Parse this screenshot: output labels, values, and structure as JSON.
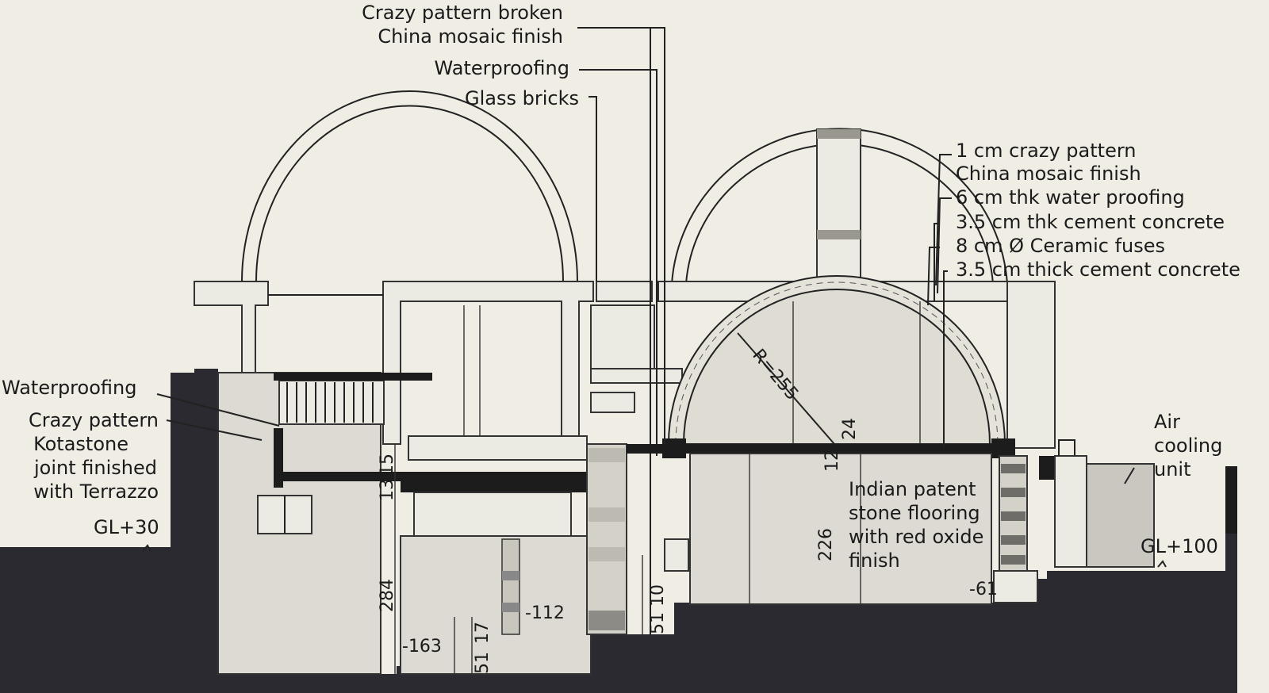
{
  "labels": {
    "crazy_broken_1": "Crazy pattern broken",
    "crazy_broken_2": "China mosaic finish",
    "waterproofing_top": "Waterproofing",
    "glass_bricks": "Glass bricks",
    "layer_1": "1 cm crazy pattern",
    "layer_1b": "China mosaic finish",
    "layer_2": "6 cm thk water proofing",
    "layer_3": "3.5 cm thk cement concrete",
    "layer_4": "8 cm Ø Ceramic fuses",
    "layer_5": "3.5 cm thick cement concrete",
    "waterproofing_left": "Waterproofing",
    "kota_1": "Crazy pattern",
    "kota_2": "Kotastone",
    "kota_3": "joint finished",
    "kota_4": "with Terrazzo",
    "gl_30": "GL+30",
    "gl_100": "GL+100",
    "air_1": "Air",
    "air_2": "cooling",
    "air_3": "unit",
    "floor_1": "Indian patent",
    "floor_2": "stone flooring",
    "floor_3": "with red oxide",
    "floor_4": "finish"
  },
  "dimensions": {
    "radius": "R=255",
    "d_24": "24",
    "d_12": "12",
    "d_13": "13",
    "d_15": "15",
    "d_284": "284",
    "d_226": "226",
    "d_163": "-163",
    "d_112": "-112",
    "d_61": "-61",
    "d_51a": "51",
    "d_17": "17",
    "d_51b": "51",
    "d_10": "10"
  }
}
